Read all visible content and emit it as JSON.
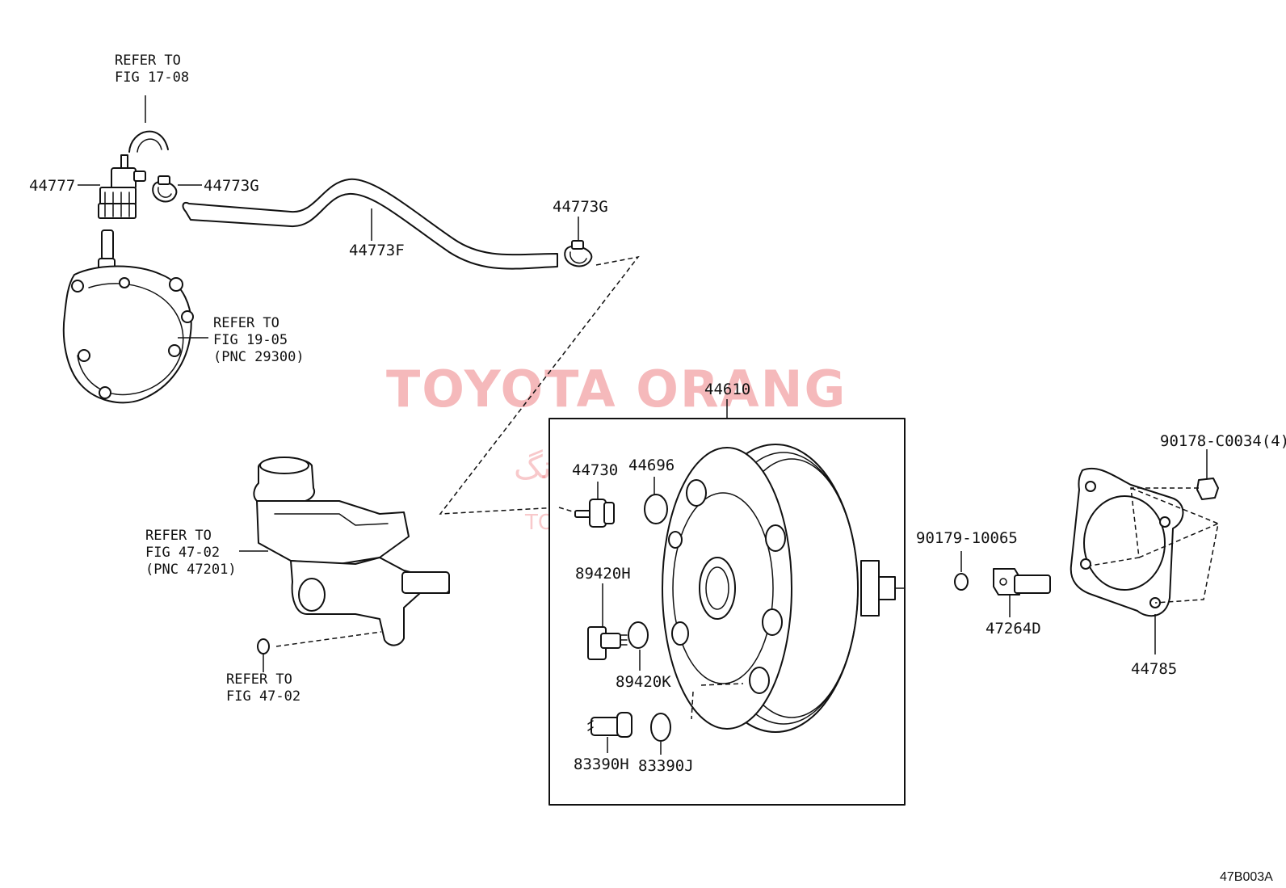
{
  "watermark": {
    "title": "TOYOTA ORANG",
    "persian": "تویوتا اورنگ",
    "site": "TOYOTAPART.IR"
  },
  "figure_code": "47B003A",
  "part_labels": {
    "p44777": "44777",
    "p44773g_a": "44773G",
    "p44773f": "44773F",
    "p44773g_b": "44773G",
    "p44610": "44610",
    "p44730": "44730",
    "p44696": "44696",
    "p89420h": "89420H",
    "p89420k": "89420K",
    "p83390h": "83390H",
    "p83390j": "83390J",
    "p90179": "90179-10065",
    "p47264d": "47264D",
    "p90178": "90178-C0034(4)",
    "p44785": "44785"
  },
  "references": {
    "fig_17_08": [
      "REFER TO",
      "FIG 17-08"
    ],
    "fig_19_05": [
      "REFER TO",
      "FIG 19-05",
      "(PNC 29300)"
    ],
    "fig_47_02_master": [
      "REFER TO",
      "FIG 47-02",
      "(PNC 47201)"
    ],
    "fig_47_02_cap": [
      "REFER TO",
      "FIG 47-02"
    ]
  }
}
